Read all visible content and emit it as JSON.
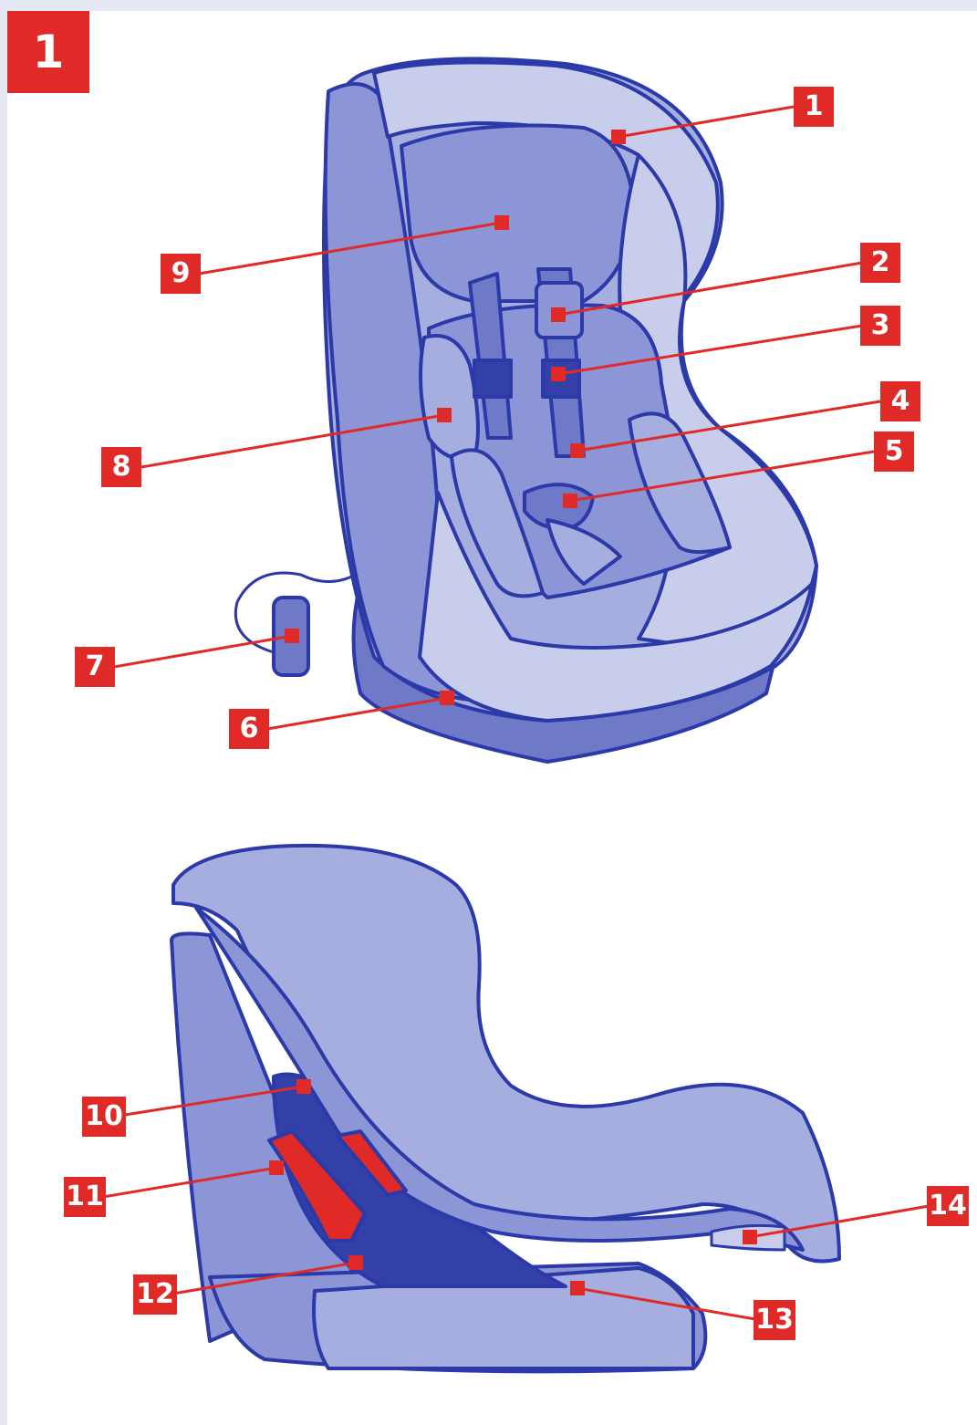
{
  "figure_number": "1",
  "colors": {
    "outline": "#2b3aa8",
    "light": "#c9cdec",
    "mid": "#a6aee0",
    "base": "#8c95d6",
    "dark": "#6e79c8",
    "deep": "#3340a8",
    "callout": "#e02a27",
    "background": "#e6e8f4"
  },
  "callouts": [
    {
      "id": "1",
      "label": "1"
    },
    {
      "id": "2",
      "label": "2"
    },
    {
      "id": "3",
      "label": "3"
    },
    {
      "id": "4",
      "label": "4"
    },
    {
      "id": "5",
      "label": "5"
    },
    {
      "id": "6",
      "label": "6"
    },
    {
      "id": "7",
      "label": "7"
    },
    {
      "id": "8",
      "label": "8"
    },
    {
      "id": "9",
      "label": "9"
    },
    {
      "id": "10",
      "label": "10"
    },
    {
      "id": "11",
      "label": "11"
    },
    {
      "id": "12",
      "label": "12"
    },
    {
      "id": "13",
      "label": "13"
    },
    {
      "id": "14",
      "label": "14"
    }
  ]
}
